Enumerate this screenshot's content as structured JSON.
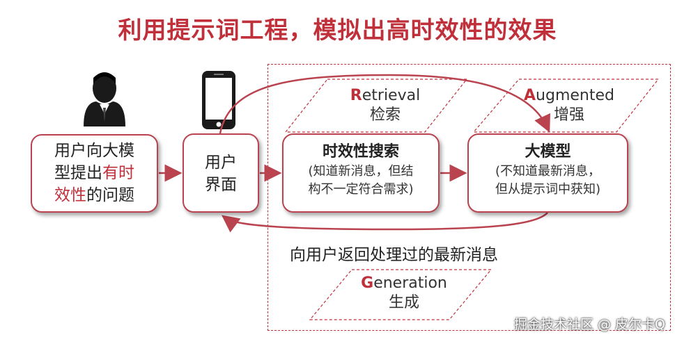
{
  "title": "利用提示词工程，模拟出高时效性的效果",
  "colors": {
    "accent": "#c0303b",
    "box_border": "#b9434e",
    "text": "#222222"
  },
  "nodes": {
    "user_question": {
      "line1": "用户向大模",
      "line2a": "型提出",
      "line2b": "有时",
      "line3a": "效性",
      "line3b": "的问题"
    },
    "user_interface": {
      "line1": "用户",
      "line2": "界面"
    },
    "search": {
      "title": "时效性搜索",
      "sub1": "(知道新消息，但结",
      "sub2": "构不一定符合需求)"
    },
    "llm": {
      "title": "大模型",
      "sub1": "(不知道最新消息，",
      "sub2": "但从提示词中获知)"
    }
  },
  "stages": {
    "retrieval": {
      "first": "R",
      "rest": "etrieval",
      "cn": "检索"
    },
    "augmented": {
      "first": "A",
      "rest": "ugmented",
      "cn": "增强"
    },
    "generation": {
      "first": "G",
      "rest": "eneration",
      "cn": "生成"
    }
  },
  "return_label": "向用户返回处理过的最新消息",
  "icons": [
    "person-icon",
    "smartphone-icon"
  ],
  "watermark": "掘金技术社区 @ 皮尔卡Q"
}
